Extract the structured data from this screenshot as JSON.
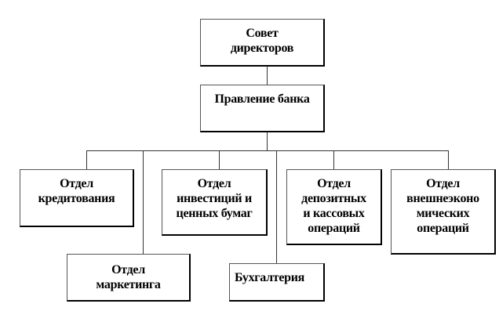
{
  "title": "Организационная структура банка",
  "nodes": {
    "board_of_directors": [
      "Совет",
      "директоров"
    ],
    "management_board": [
      "Правление банка"
    ],
    "credit_dept": [
      "Отдел",
      "кредитования"
    ],
    "investment_dept": [
      "Отдел",
      "инвестиций и",
      "ценных бумаг"
    ],
    "deposit_dept": [
      "Отдел",
      "депозитных",
      "и кассовых",
      "операций"
    ],
    "foreign_econ_dept": [
      "Отдел",
      "внешнеэконо",
      "мических",
      "операций"
    ],
    "marketing_dept": [
      "Отдел",
      "маркетинга"
    ],
    "accounting": [
      "Бухгалтерия"
    ]
  }
}
